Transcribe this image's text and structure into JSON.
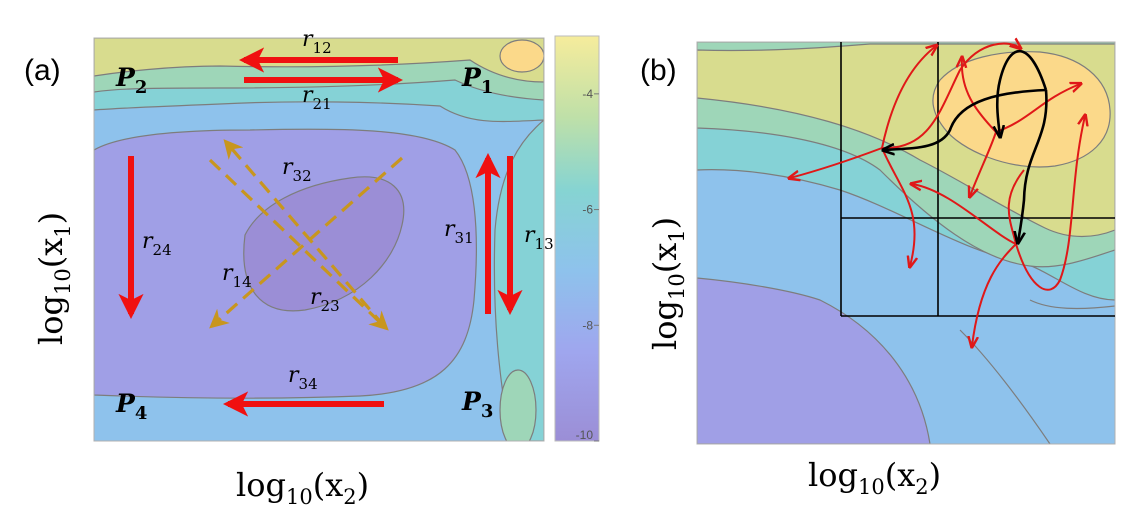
{
  "panels": {
    "a": {
      "tag": "(a)",
      "xlabel": {
        "base": "log",
        "base_sub": "10",
        "arg": "(x",
        "arg_sub": "2",
        "close": ")"
      },
      "ylabel": {
        "base": "log",
        "base_sub": "10",
        "arg": "(x",
        "arg_sub": "1",
        "close": ")"
      },
      "states": [
        {
          "id": "P1",
          "letter": "P",
          "sub": "1"
        },
        {
          "id": "P2",
          "letter": "P",
          "sub": "2"
        },
        {
          "id": "P3",
          "letter": "P",
          "sub": "3"
        },
        {
          "id": "P4",
          "letter": "P",
          "sub": "4"
        }
      ],
      "rates": [
        {
          "id": "r12",
          "letter": "r",
          "sub": "12"
        },
        {
          "id": "r21",
          "letter": "r",
          "sub": "21"
        },
        {
          "id": "r13",
          "letter": "r",
          "sub": "13"
        },
        {
          "id": "r31",
          "letter": "r",
          "sub": "31"
        },
        {
          "id": "r24",
          "letter": "r",
          "sub": "24"
        },
        {
          "id": "r34",
          "letter": "r",
          "sub": "34"
        },
        {
          "id": "r14",
          "letter": "r",
          "sub": "14"
        },
        {
          "id": "r23",
          "letter": "r",
          "sub": "23"
        },
        {
          "id": "r32",
          "letter": "r",
          "sub": "32"
        }
      ],
      "colorbar": {
        "ticks": [
          "-4",
          "-6",
          "-8",
          "-10"
        ],
        "min": -10,
        "max": -3
      }
    },
    "b": {
      "tag": "(b)",
      "xlabel": {
        "base": "log",
        "base_sub": "10",
        "arg": "(x",
        "arg_sub": "2",
        "close": ")"
      },
      "ylabel": {
        "base": "log",
        "base_sub": "10",
        "arg": "(x",
        "arg_sub": "1",
        "close": ")"
      }
    }
  },
  "colors": {
    "solid_arrow": "#f01010",
    "dashed_arrow": "#c8961e",
    "black_path": "#000000",
    "red_path": "#e01818",
    "level_top": "#f4e79a",
    "level_yellow": "#d8dc8e",
    "level_green": "#9ed6b8",
    "level_teal": "#85d2d6",
    "level_blue": "#8ec2ec",
    "level_violet": "#a09fe6",
    "level_deep": "#9b8ed6",
    "peak": "#fbd98a",
    "contour_line": "#7d7d7d"
  }
}
